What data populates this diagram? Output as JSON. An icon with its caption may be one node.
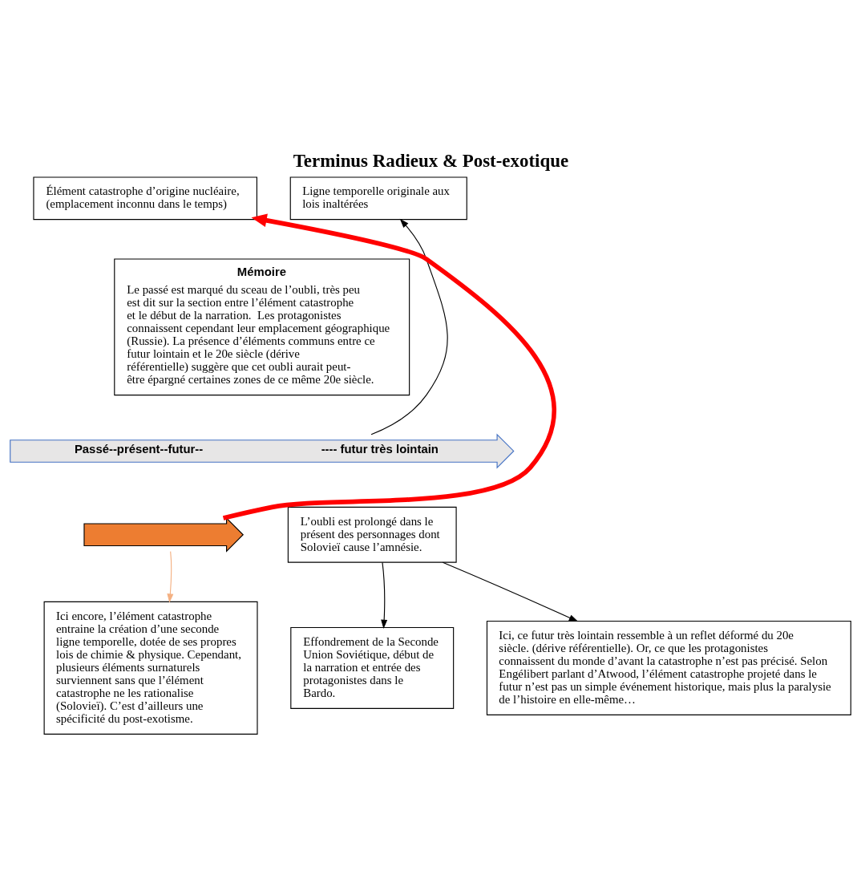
{
  "diagram": {
    "title": "Terminus Radieux & Post-exotique",
    "nodes": [
      {
        "text": [
          "Élément catastrophe d’origine nucléaire, (emplacement inconnu dans le temps)"
        ]
      },
      {
        "text": [
          "Ligne temporelle originale aux lois inaltérées"
        ]
      },
      {
        "text": [
          "Mémoire",
          "Le passé est marqué du sceau de l’oubli, très peu est dit sur la section entre l’élément catastrophe et le début de la narration.  Les protagonistes connaissent cependant leur emplacement géographique (Russie). La présence d’éléments communs entre ce futur lointain et le 20e siècle (dérive référentielle) suggère que cet oubli aurait peut-être épargné certaines zones de ce même 20e siècle."
        ]
      },
      {
        "text": [
          "Passé--présent--futur--",
          "---- futur très lointain"
        ]
      },
      {
        "text": [],
        "shape": "arrow"
      },
      {
        "text": [
          "L’oubli est prolongé dans le présent des personnages dont Solovieï cause l’amnésie."
        ]
      },
      {
        "text": [
          "Ici encore, l’élément catastrophe entraine la création d’une seconde ligne temporelle, dotée de ses propres lois de chimie & physique. Cependant, plusieurs éléments surnaturels surviennent sans que l’élément catastrophe ne les rationalise (Solovieï). C’est d’ailleurs une spécificité du post-exotisme."
        ]
      },
      {
        "text": [
          "Effondrement de la Seconde Union Soviétique, début de la narration et entrée des protagonistes dans le Bardo."
        ]
      },
      {
        "text": [
          "Ici, ce futur très lointain ressemble à un reflet déformé du 20e siècle. (dérive référentielle). Or, ce que les protagonistes connaissent du monde d’avant la catastrophe n’est pas précisé. Selon Engélibert parlant d’Atwood, l’élément catastrophe projeté dans le futur n’est pas un simple événement historique, mais plus la paralysie de l’histoire en elle-même…"
        ]
      }
    ],
    "edges": [
      {
        "from": 3,
        "to": 1,
        "arrow": "to"
      },
      {
        "from": 4,
        "to": 0,
        "arrow": "to",
        "style": "thick",
        "color": "#ff0000"
      },
      {
        "from": 4,
        "to": 6,
        "arrow": "to",
        "color": "#f4b183"
      },
      {
        "from": 5,
        "to": 7,
        "arrow": "to"
      },
      {
        "from": 5,
        "to": 8,
        "arrow": "to"
      }
    ]
  }
}
